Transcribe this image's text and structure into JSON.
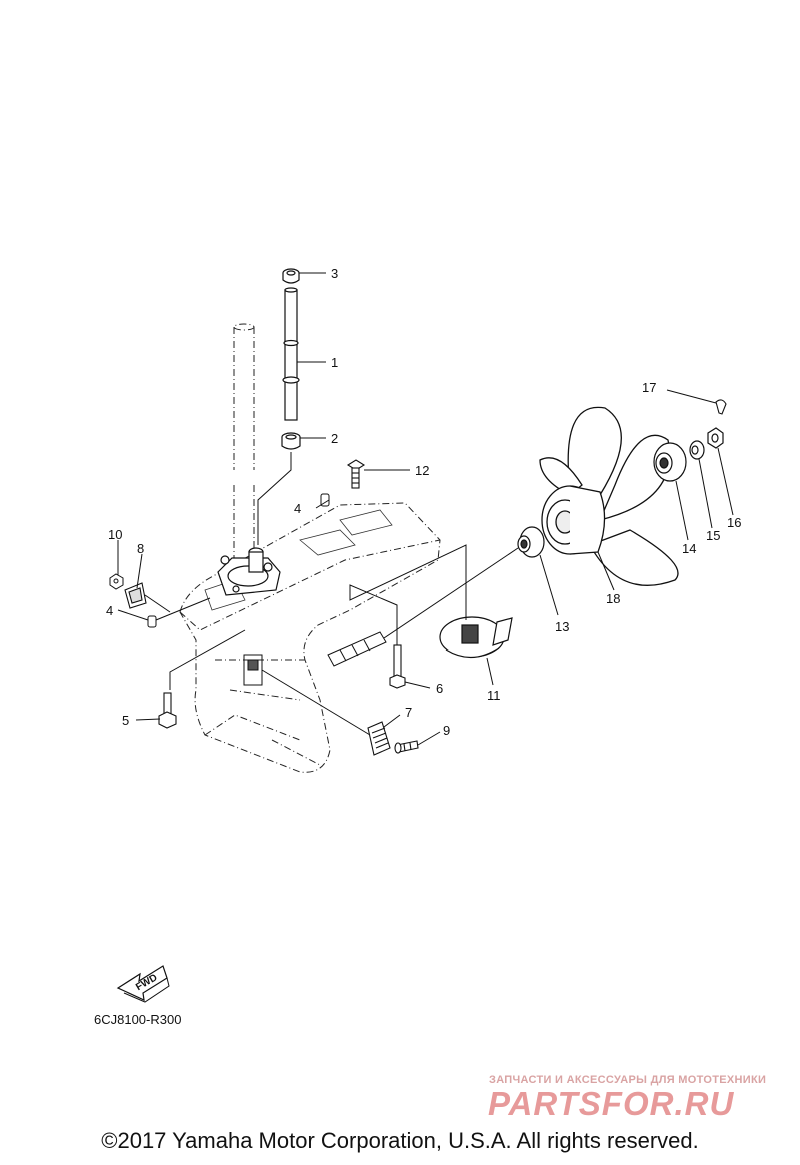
{
  "callouts": {
    "c1": "1",
    "c2": "2",
    "c3": "3",
    "c4a": "4",
    "c4b": "4",
    "c5": "5",
    "c6": "6",
    "c7": "7",
    "c8": "8",
    "c9": "9",
    "c10": "10",
    "c11": "11",
    "c12": "12",
    "c13": "13",
    "c14": "14",
    "c15": "15",
    "c16": "16",
    "c17": "17",
    "c18": "18"
  },
  "fwd_label": "FWD",
  "diagram_code": "6CJ8100-R300",
  "watermark": {
    "tagline": "ЗАПЧАСТИ И АКСЕССУАРЫ ДЛЯ МОТОТЕХНИКИ",
    "brand": "PARTSFOR.RU"
  },
  "copyright": "©2017 Yamaha Motor Corporation, U.S.A. All rights reserved.",
  "colors": {
    "line": "#111111",
    "watermark": "#e79a9a"
  }
}
